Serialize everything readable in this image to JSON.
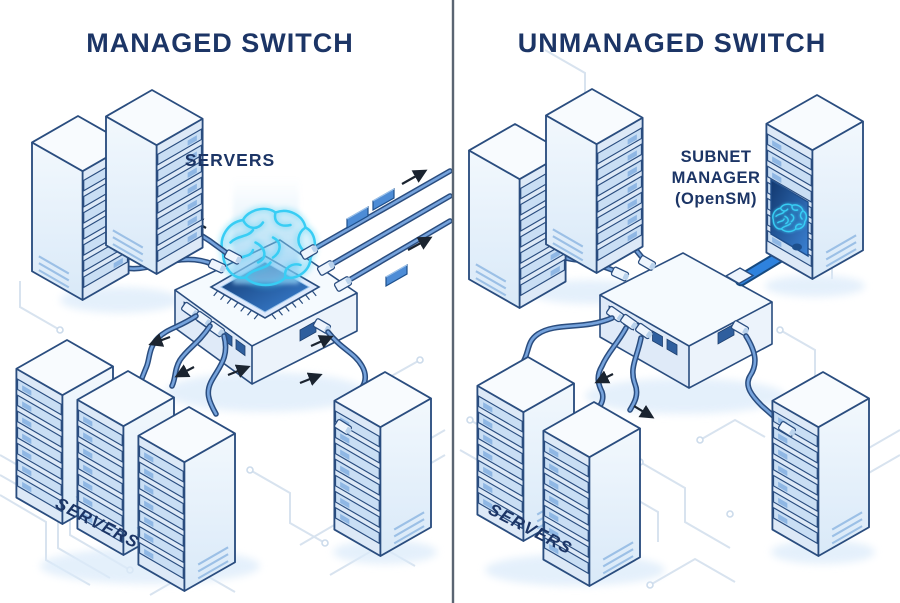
{
  "labels": {
    "left_title": "MANAGED SWITCH",
    "right_title": "UNMANAGED SWITCH",
    "left_servers_top": "SERVERS",
    "left_servers_bottom": "SERVERS",
    "right_servers_bottom": "SERVERS",
    "subnet_manager_line1": "SUBNET",
    "subnet_manager_line2": "MANAGER",
    "subnet_manager_line3": "(OpenSM)"
  },
  "colors": {
    "title_navy": "#1c3566",
    "outline_navy": "#2a4d7f",
    "cable_inner_blue": "#76a3dc",
    "thick_cable_blue": "#2e82dd",
    "brain_cyan": "#38cdf4",
    "packet_blue": "#4d8cd6",
    "circuit_trace": "#d8e3ef",
    "divider_gray": "#5a6572"
  },
  "icons": {
    "managed_switch_chip": "brain-icon",
    "subnet_manager_screen": "brain-icon"
  }
}
